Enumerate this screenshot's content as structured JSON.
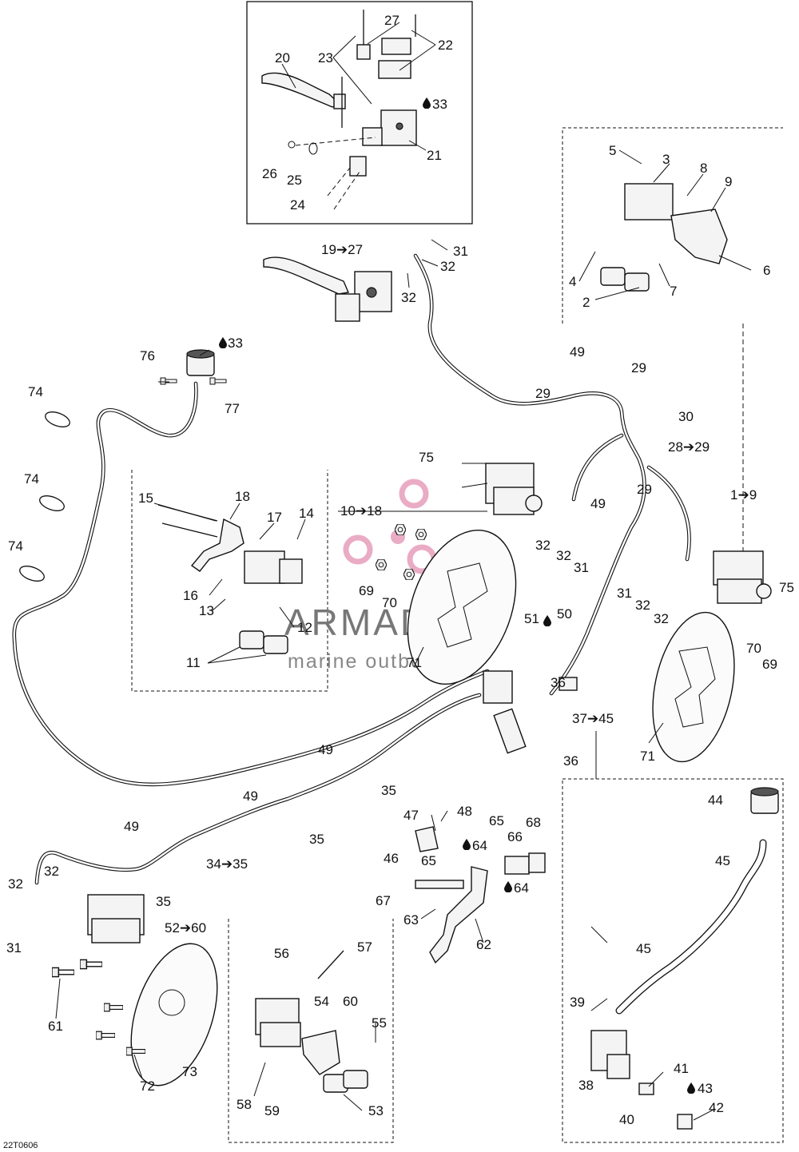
{
  "watermark": {
    "brand": "ARMADA",
    "tagline": "marine outboards",
    "accent_color": "#e8a3bf",
    "text_color": "#777777"
  },
  "drawing_code": "22T0606",
  "group_labels": {
    "master_cylinder": "19➔27",
    "front_right_caliper": "10➔18",
    "front_left_caliper": "1➔9",
    "front_lines": "28➔29",
    "rear_line": "34➔35",
    "rear_master": "37➔45",
    "rear_caliper": "52➔60"
  },
  "callouts": {
    "c2": "2",
    "c3": "3",
    "c4": "4",
    "c5": "5",
    "c6": "6",
    "c7": "7",
    "c8": "8",
    "c9": "9",
    "c11": "11",
    "c12": "12",
    "c13": "13",
    "c14": "14",
    "c15": "15",
    "c16": "16",
    "c17": "17",
    "c18": "18",
    "c20": "20",
    "c21": "21",
    "c22": "22",
    "c23": "23",
    "c24": "24",
    "c25": "25",
    "c26": "26",
    "c27": "27",
    "c29a": "29",
    "c29b": "29",
    "c29c": "29",
    "c30": "30",
    "c31a": "31",
    "c31b": "31",
    "c31c": "31",
    "c31d": "31",
    "c32a": "32",
    "c32b": "32",
    "c32c": "32",
    "c32d": "32",
    "c32e": "32",
    "c32f": "32",
    "c32g": "32",
    "c32h": "32",
    "c33a": "33",
    "c33b": "33",
    "c35a": "35",
    "c35b": "35",
    "c35c": "35",
    "c36a": "36",
    "c36b": "36",
    "c38": "38",
    "c39": "39",
    "c40": "40",
    "c41": "41",
    "c42": "42",
    "c43": "43",
    "c44": "44",
    "c45a": "45",
    "c45b": "45",
    "c46": "46",
    "c47": "47",
    "c48": "48",
    "c49a": "49",
    "c49b": "49",
    "c49c": "49",
    "c49d": "49",
    "c49e": "49",
    "c50": "50",
    "c51": "51",
    "c53": "53",
    "c54": "54",
    "c55": "55",
    "c56": "56",
    "c57": "57",
    "c58": "58",
    "c59": "59",
    "c60": "60",
    "c61": "61",
    "c62": "62",
    "c63": "63",
    "c64a": "64",
    "c64b": "64",
    "c65a": "65",
    "c65b": "65",
    "c66": "66",
    "c67": "67",
    "c68": "68",
    "c69a": "69",
    "c69b": "69",
    "c70a": "70",
    "c70b": "70",
    "c71a": "71",
    "c71b": "71",
    "c72": "72",
    "c73": "73",
    "c74a": "74",
    "c74b": "74",
    "c74c": "74",
    "c75a": "75",
    "c75b": "75",
    "c76": "76",
    "c77": "77"
  },
  "icons": {
    "fluid_drop": "drop-icon",
    "arrow": "arrow-right-icon"
  }
}
